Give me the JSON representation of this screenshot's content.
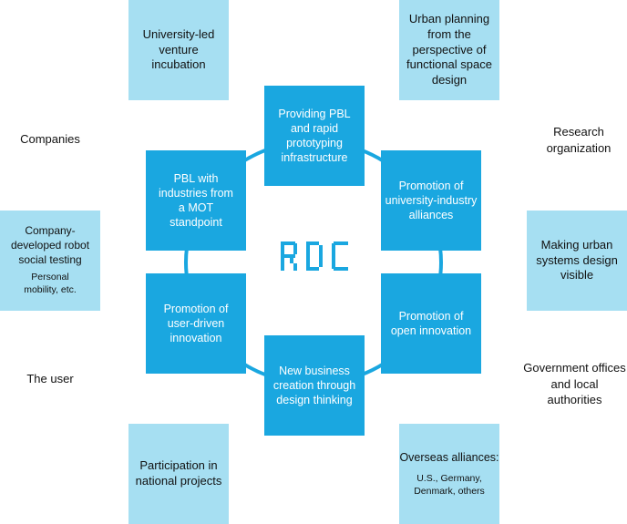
{
  "center_logo": "RDC",
  "outer_boxes": {
    "university_venture": "University-led venture incubation",
    "urban_planning": "Urban planning from the perspective of functional space design",
    "robot_testing": {
      "title": "Company-developed robot social testing",
      "sub": "Personal mobility, etc."
    },
    "urban_systems": "Making urban systems design visible",
    "national_projects": "Participation in national projects",
    "overseas": {
      "title": "Overseas alliances:",
      "sub": "U.S., Germany, Denmark, others"
    }
  },
  "inner_boxes": {
    "top": "Providing PBL and rapid prototyping infrastructure",
    "upper_right": "Promotion of university-industry alliances",
    "lower_right": "Promotion of open innovation",
    "bottom": "New business creation through design thinking",
    "lower_left": "Promotion of user-driven innovation",
    "upper_left": "PBL with industries from a MOT standpoint"
  },
  "stakeholders": {
    "companies": "Companies",
    "research": "Research organization",
    "user": "The user",
    "government": "Government offices and local authorities"
  },
  "colors": {
    "light_box": "#a6dff2",
    "dark_box": "#1aa7e0",
    "ring": "#1aa7e0",
    "logo": "#1aa7e0"
  }
}
